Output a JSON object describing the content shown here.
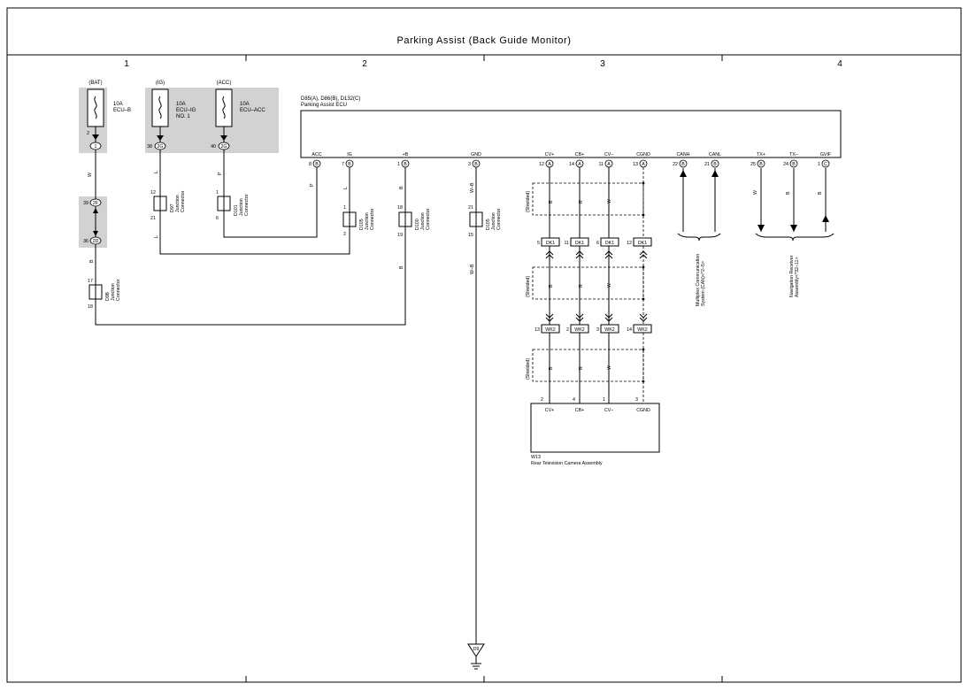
{
  "title": "Parking Assist (Back Guide Monitor)",
  "columns": [
    "1",
    "2",
    "3",
    "4"
  ],
  "fuses": [
    {
      "source": "(BAT)",
      "rating": "10A",
      "name": "ECU–B"
    },
    {
      "source": "(IG)",
      "rating": "10A",
      "name": "ECU–IG NO. 1"
    },
    {
      "source": "(ACC)",
      "rating": "10A",
      "name": "ECU–ACC"
    }
  ],
  "fuse_name_lines": {
    "ecu_ig_1": "ECU–IG",
    "ecu_ig_2": "NO. 1"
  },
  "fuse_pins": {
    "bat_pin": "2",
    "bat_conn": "1",
    "ig_pin": "38",
    "ig_conn": "2G",
    "acc_pin": "40",
    "acc_conn": "2G"
  },
  "ecu": {
    "connectors": "D85(A), D86(B), D132(C)",
    "name": "Parking Assist ECU",
    "terminals": [
      {
        "label": "ACC",
        "pin": "8",
        "conn": "B"
      },
      {
        "label": "IG",
        "pin": "7",
        "conn": "B"
      },
      {
        "label": "+B",
        "pin": "1",
        "conn": "B"
      },
      {
        "label": "GND",
        "pin": "3",
        "conn": "B"
      },
      {
        "label": "CV+",
        "pin": "12",
        "conn": "A"
      },
      {
        "label": "CB+",
        "pin": "14",
        "conn": "A"
      },
      {
        "label": "CV–",
        "pin": "11",
        "conn": "A"
      },
      {
        "label": "CGND",
        "pin": "13",
        "conn": "A"
      },
      {
        "label": "CANH",
        "pin": "22",
        "conn": "B"
      },
      {
        "label": "CANL",
        "pin": "21",
        "conn": "B"
      },
      {
        "label": "TX+",
        "pin": "25",
        "conn": "B"
      },
      {
        "label": "TX–",
        "pin": "24",
        "conn": "B"
      },
      {
        "label": "GVIF",
        "pin": "1",
        "conn": "C"
      }
    ]
  },
  "wire_colors": {
    "bat_w": "W",
    "bat_b": "B",
    "ig_l_top": "L",
    "ig_l_bottom": "L",
    "acc_p_top": "P",
    "acc_p_ecu": "P",
    "ecu_ig_l": "L",
    "ecu_b_top": "B",
    "ecu_b_bottom": "B",
    "gnd_top": "W–B",
    "gnd_bottom": "W–B",
    "shielded_1": [
      "B",
      "R",
      "W"
    ],
    "shielded_2": [
      "B",
      "R",
      "W"
    ],
    "shielded_3": [
      "B",
      "R",
      "W"
    ],
    "tx_plus": "W",
    "tx_minus": "B",
    "gvif": "B"
  },
  "shield_label": "(Shielded)",
  "inline_connectors": {
    "c39": {
      "pin": "39",
      "conn": "2F"
    },
    "c36": {
      "pin": "36",
      "conn": "2D"
    }
  },
  "junction_connectors": [
    {
      "id": "D98",
      "label_lines": [
        "D98",
        "Junction",
        "Connector"
      ],
      "pin_top": "17",
      "pin_bottom": "18"
    },
    {
      "id": "D97",
      "label_lines": [
        "D97",
        "Junction",
        "Connector"
      ],
      "pin_top": "12",
      "pin_bottom": "21"
    },
    {
      "id": "D101",
      "label_lines": [
        "D101",
        "Junction",
        "Connector"
      ],
      "pin_top": "1",
      "pin_bottom": "6"
    },
    {
      "id": "D105a",
      "label_lines": [
        "D105",
        "Junction",
        "Connector"
      ],
      "pin_top": "1",
      "pin_bottom": "2"
    },
    {
      "id": "D100",
      "label_lines": [
        "D100",
        "Junction",
        "Connector"
      ],
      "pin_top": "18",
      "pin_bottom": "19"
    },
    {
      "id": "D105b",
      "label_lines": [
        "D105",
        "Junction",
        "Connector"
      ],
      "pin_top": "21",
      "pin_bottom": "15"
    }
  ],
  "dk1_pins": [
    "5",
    "11",
    "6",
    "12"
  ],
  "dk1_label": "DK1",
  "wk2_pins": [
    "13",
    "2",
    "3",
    "14"
  ],
  "wk2_label": "WK2",
  "camera": {
    "id": "W13",
    "name": "Rear Television Camera Assembly",
    "pins": [
      "2",
      "4",
      "1",
      "3"
    ],
    "terminals": [
      "CV+",
      "CB+",
      "CV–",
      "CGND"
    ]
  },
  "multiplex_label_lines": [
    "Multiplex Communication",
    "System (CAN)<*2–5>"
  ],
  "navigation_label_lines": [
    "Navigation Receiver",
    "Assembly<*32–11>"
  ],
  "ground": "D9"
}
